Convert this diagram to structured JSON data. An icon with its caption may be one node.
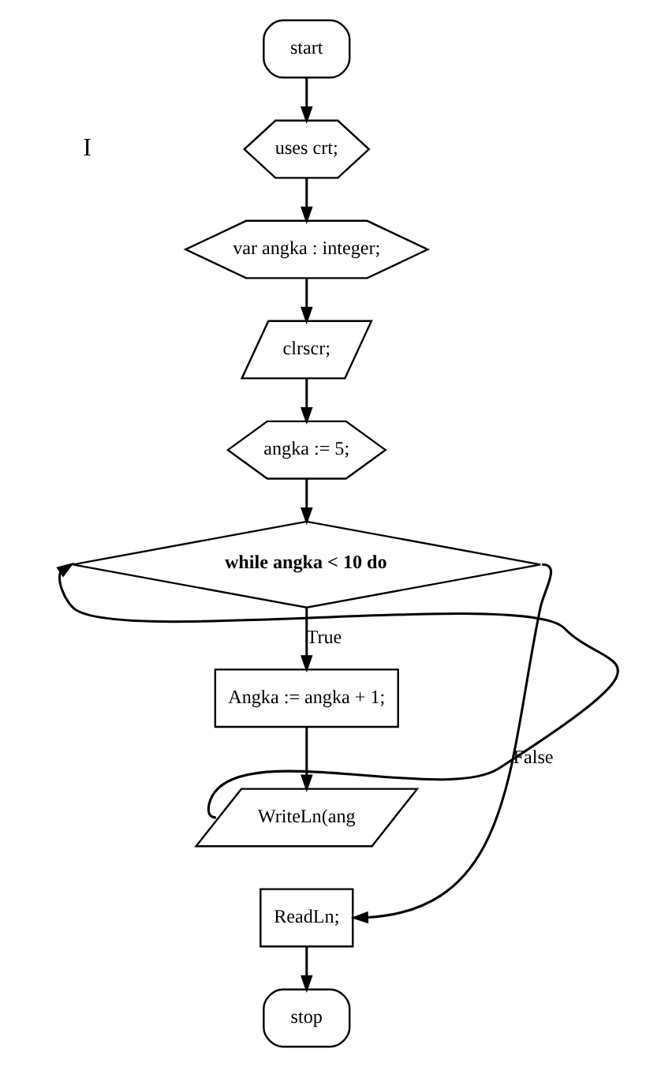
{
  "diagram": {
    "nodes": [
      {
        "text": [
          "start"
        ]
      },
      {
        "text": [
          "uses crt;"
        ]
      },
      {
        "text": [
          "var angka : integer;"
        ]
      },
      {
        "text": [
          "clrscr;"
        ]
      },
      {
        "text": [
          "angka := 5;"
        ]
      },
      {
        "text": [
          "while angka < 10 do"
        ]
      },
      {
        "text": [
          "Angka := angka + 1;"
        ]
      },
      {
        "text": [
          "WriteLn(ang"
        ]
      },
      {
        "text": [
          "ReadLn;"
        ]
      },
      {
        "text": [
          "stop"
        ]
      }
    ],
    "edges": [
      {
        "from": 0,
        "to": 1,
        "arrow": "to"
      },
      {
        "from": 1,
        "to": 2,
        "arrow": "to"
      },
      {
        "from": 2,
        "to": 3,
        "arrow": "to"
      },
      {
        "from": 3,
        "to": 4,
        "arrow": "to"
      },
      {
        "from": 4,
        "to": 5,
        "arrow": "to"
      },
      {
        "from": 5,
        "to": 6,
        "arrow": "to",
        "label": "True"
      },
      {
        "from": 6,
        "to": 7,
        "arrow": "to"
      },
      {
        "from": 7,
        "to": 5,
        "arrow": "to"
      },
      {
        "from": 5,
        "to": 8,
        "arrow": "to",
        "label": "False"
      },
      {
        "from": 8,
        "to": 9,
        "arrow": "to"
      }
    ],
    "labels": [
      "I"
    ]
  }
}
